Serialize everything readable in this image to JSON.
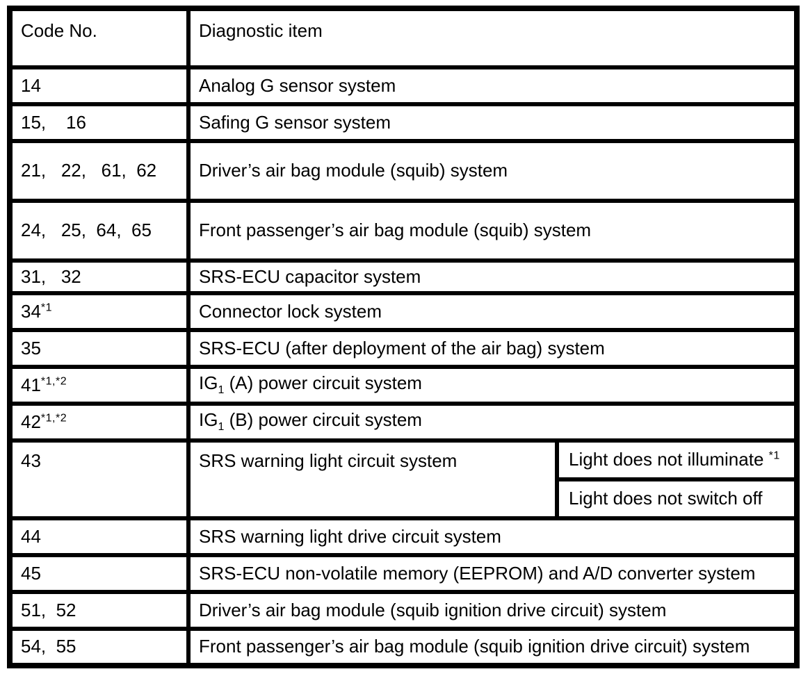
{
  "document": {
    "background": "#ffffff",
    "line_color": "#000000",
    "text_color": "#000000"
  },
  "table": {
    "columns": [
      "Code No.",
      "Diagnostic item"
    ],
    "rows": [
      {
        "code": "14",
        "item": "Analog G sensor system"
      },
      {
        "code": "15,    16",
        "item": "Safing G sensor system"
      },
      {
        "code": "21,   22,   61,  62",
        "item": "Driver’s air bag module (squib) system"
      },
      {
        "code": "24,   25,  64,  65",
        "item": "Front passenger’s air bag module (squib) system"
      },
      {
        "code": "31,   32",
        "item": "SRS-ECU capacitor system"
      },
      {
        "code_base": "34",
        "code_sup": "*1",
        "item": "Connector lock system"
      },
      {
        "code": "35",
        "item": "SRS-ECU (after deployment of the air bag) system"
      },
      {
        "code_base": "41",
        "code_sup": "*1,*2",
        "item_pre": "IG",
        "item_sub": "1",
        "item_post": " (A) power circuit system"
      },
      {
        "code_base": "42",
        "code_sup": "*1,*2",
        "item_pre": "IG",
        "item_sub": "1",
        "item_post": " (B) power circuit system"
      },
      {
        "code": "43",
        "item": "SRS warning light circuit system",
        "conditions": [
          {
            "text": "Light does not illuminate ",
            "sup": "*1"
          },
          {
            "text": "Light does not switch off",
            "sup": ""
          }
        ]
      },
      {
        "code": "44",
        "item": "SRS warning light drive circuit system"
      },
      {
        "code": "45",
        "item": "SRS-ECU non-volatile memory (EEPROM) and A/D converter system"
      },
      {
        "code": "51,  52",
        "item": "Driver’s air bag module (squib ignition drive circuit) system"
      },
      {
        "code": "54,  55",
        "item": "Front passenger’s air bag module (squib ignition drive circuit) system"
      }
    ]
  }
}
